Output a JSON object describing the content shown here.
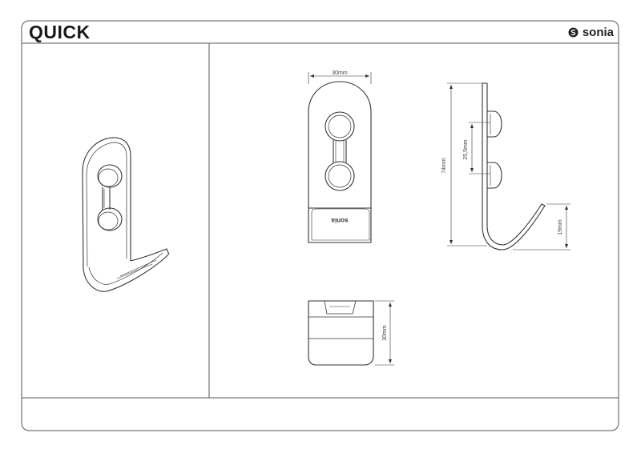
{
  "header": {
    "title": "QUICK",
    "brand": "sonia"
  },
  "front_view": {
    "width_dim": "30mm",
    "engraving": "sonia"
  },
  "side_view": {
    "total_height_dim": "74mm",
    "hole_spacing_dim": "25,5mm",
    "hook_height_dim": "19mm"
  },
  "bottom_view": {
    "depth_dim": "30mm"
  },
  "colors": {
    "line": "#333333",
    "frame": "#555555",
    "fill": "#ffffff"
  }
}
